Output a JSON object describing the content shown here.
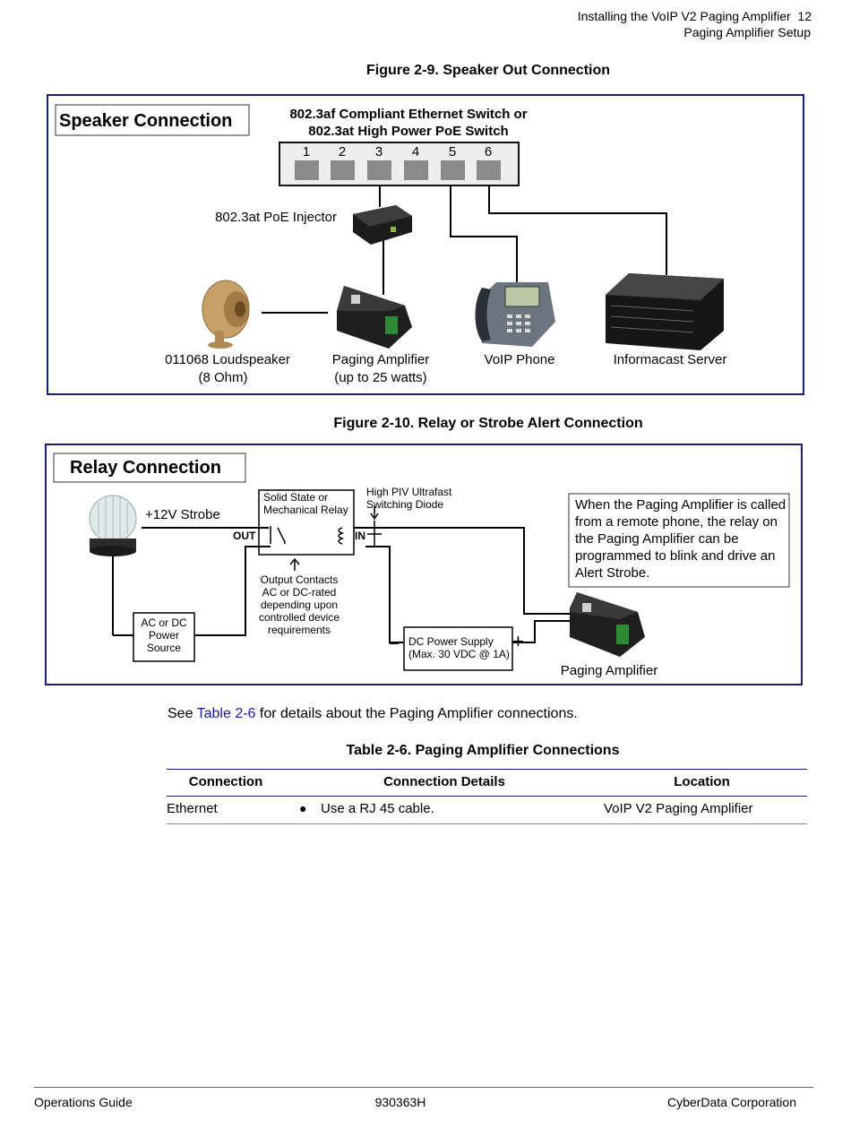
{
  "header": {
    "line1": "Installing the VoIP V2 Paging Amplifier",
    "page_number": "12",
    "line2": "Paging Amplifier Setup"
  },
  "figure9": {
    "caption": "Figure 2-9. Speaker Out Connection",
    "box_title": "Speaker Connection",
    "switch_title_line1": "802.3af Compliant Ethernet Switch or",
    "switch_title_line2": "802.3at High Power PoE Switch",
    "ports": [
      "1",
      "2",
      "3",
      "4",
      "5",
      "6"
    ],
    "injector_label": "802.3at PoE Injector",
    "speaker_label_line1": "011068 Loudspeaker",
    "speaker_label_line2": "(8 Ohm)",
    "amp_label_line1": "Paging Amplifier",
    "amp_label_line2": "(up to 25 watts)",
    "phone_label": "VoIP Phone",
    "server_label": "Informacast Server"
  },
  "figure10": {
    "caption": "Figure 2-10. Relay or Strobe Alert Connection",
    "box_title": "Relay Connection",
    "strobe_label": "+12V Strobe",
    "relay_line1": "Solid State or",
    "relay_line2": "Mechanical Relay",
    "out_label": "OUT",
    "in_label": "IN",
    "diode_line1": "High PIV Ultrafast",
    "diode_line2": "Switching Diode",
    "contacts_lines": [
      "Output Contacts",
      "AC or DC-rated",
      "depending upon",
      "controlled device",
      "requirements"
    ],
    "power_source_lines": [
      "AC or DC",
      "Power",
      "Source"
    ],
    "dc_supply_line1": "DC Power Supply",
    "dc_supply_line2": "(Max. 30 VDC @ 1A)",
    "minus_sign": "–",
    "plus_sign": "+",
    "note": "When the Paging Amplifier is called from a remote phone, the relay on the Paging Amplifier can be programmed to blink and drive an Alert Strobe.",
    "amp_label": "Paging Amplifier"
  },
  "body": {
    "see_prefix": "See ",
    "see_link": "Table 2-6",
    "see_suffix": " for details about the Paging Amplifier connections."
  },
  "table": {
    "caption": "Table 2-6. Paging Amplifier Connections",
    "headers": [
      "Connection",
      "Connection Details",
      "Location"
    ],
    "rows": [
      {
        "connection": "Ethernet",
        "details": "Use a RJ 45 cable.",
        "location": "VoIP V2 Paging Amplifier"
      }
    ],
    "rule_color": "#1a2070"
  },
  "footer": {
    "left": "Operations Guide",
    "center": "930363H",
    "right": "CyberData Corporation"
  }
}
